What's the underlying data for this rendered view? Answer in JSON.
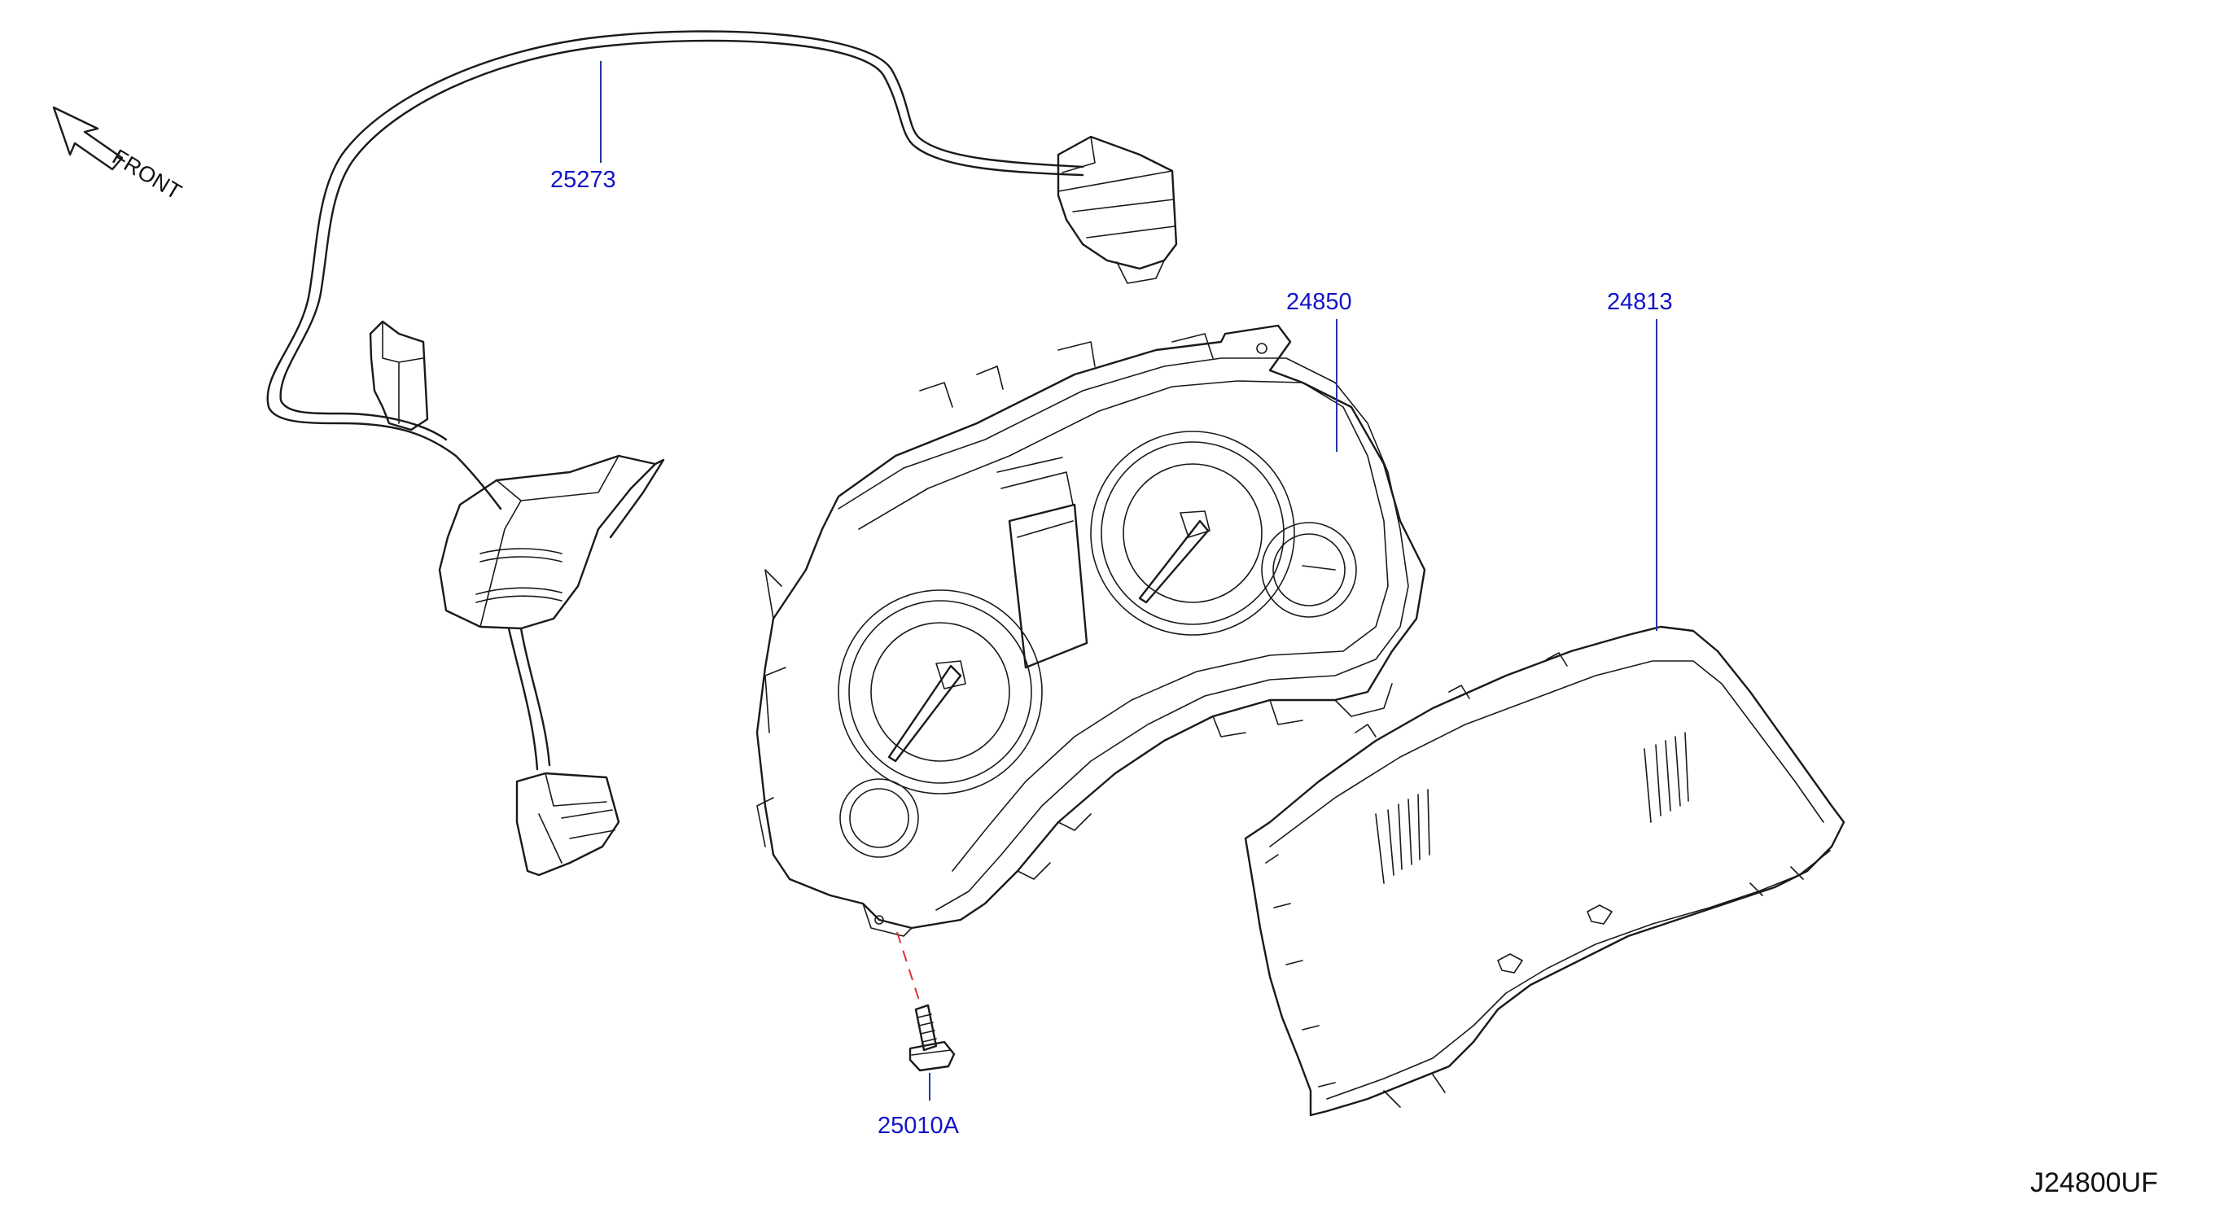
{
  "diagram": {
    "front_label": "FRONT",
    "diagram_code": "J24800UF",
    "callouts": {
      "harness": "25273",
      "meter": "24850",
      "lens": "24813",
      "bolt": "25010A"
    },
    "colors": {
      "callout_text": "#1414c8",
      "leader_line": "#1f3aa8",
      "hidden_line": "#e03030",
      "line_art": "#1a1a1a"
    }
  }
}
